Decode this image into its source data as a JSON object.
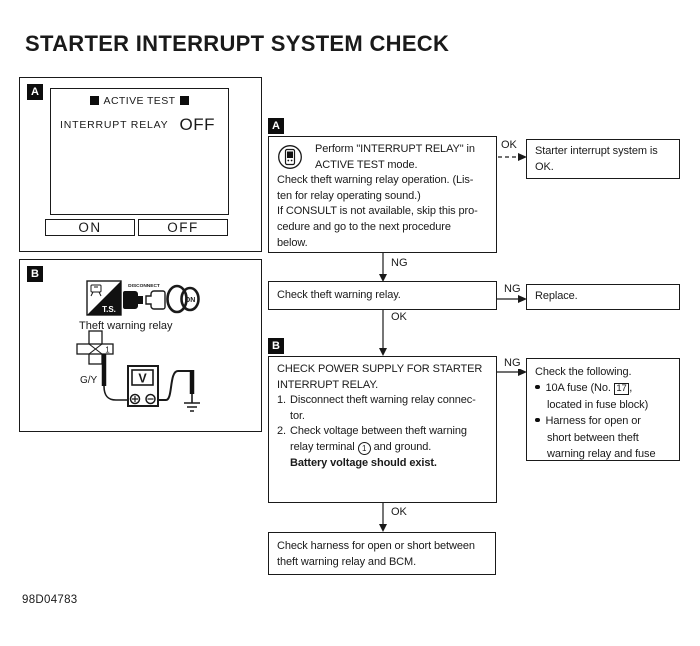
{
  "page": {
    "title": "STARTER INTERRUPT SYSTEM CHECK",
    "doc_code": "98D04783"
  },
  "colors": {
    "ink": "#1a1a1a",
    "paper": "#ffffff"
  },
  "labels": {
    "ok": "OK",
    "ng": "NG"
  },
  "panel_a": {
    "tag": "A",
    "screen_header": "ACTIVE TEST",
    "screen_item": "INTERRUPT RELAY",
    "screen_value": "OFF",
    "button_on": "ON",
    "button_off": "OFF"
  },
  "panel_b": {
    "tag": "B",
    "ts_icon_label": "T.S.",
    "disconnect_icon_label": "DISCONNECT",
    "key_icon_label": "ON",
    "caption": "Theft warning relay",
    "terminal_number": "1",
    "wire_color": "G/Y",
    "meter_label": "V"
  },
  "flow": {
    "step_a": {
      "tag": "A",
      "consult_line1": "Perform \"INTERRUPT RELAY\" in",
      "consult_line2": "ACTIVE TEST mode.",
      "line1": "Check theft warning relay operation. (Lis-",
      "line2": "ten for relay operating sound.)",
      "line3": "If CONSULT is not available, skip this pro-",
      "line4": "cedure and go to the next procedure",
      "line5": "below."
    },
    "ok_result": {
      "line1": "Starter interrupt system is",
      "line2": "OK."
    },
    "check_relay": {
      "text": "Check theft warning relay."
    },
    "replace": {
      "text": "Replace."
    },
    "step_b": {
      "tag": "B",
      "title1": "CHECK POWER SUPPLY FOR STARTER",
      "title2": "INTERRUPT RELAY.",
      "item1_no": "1.",
      "item1_line1": "Disconnect theft warning relay connec-",
      "item1_line2": "tor.",
      "item2_no": "2.",
      "item2_line1": "Check voltage between theft warning",
      "item2_pre": "relay terminal",
      "item2_terminal": "1",
      "item2_post": "and ground.",
      "item2_bold": "Battery voltage should exist."
    },
    "check_following": {
      "title": "Check the following.",
      "b1_pre": "10A fuse (No.",
      "b1_fuse": "17",
      "b1_post": ",",
      "b1_line2": "located in fuse block)",
      "b2_line1": "Harness for open or",
      "b2_line2": "short between theft",
      "b2_line3": "warning relay and fuse"
    },
    "harness_check": {
      "line1": "Check harness for open or short between",
      "line2": "theft warning relay and BCM."
    }
  }
}
